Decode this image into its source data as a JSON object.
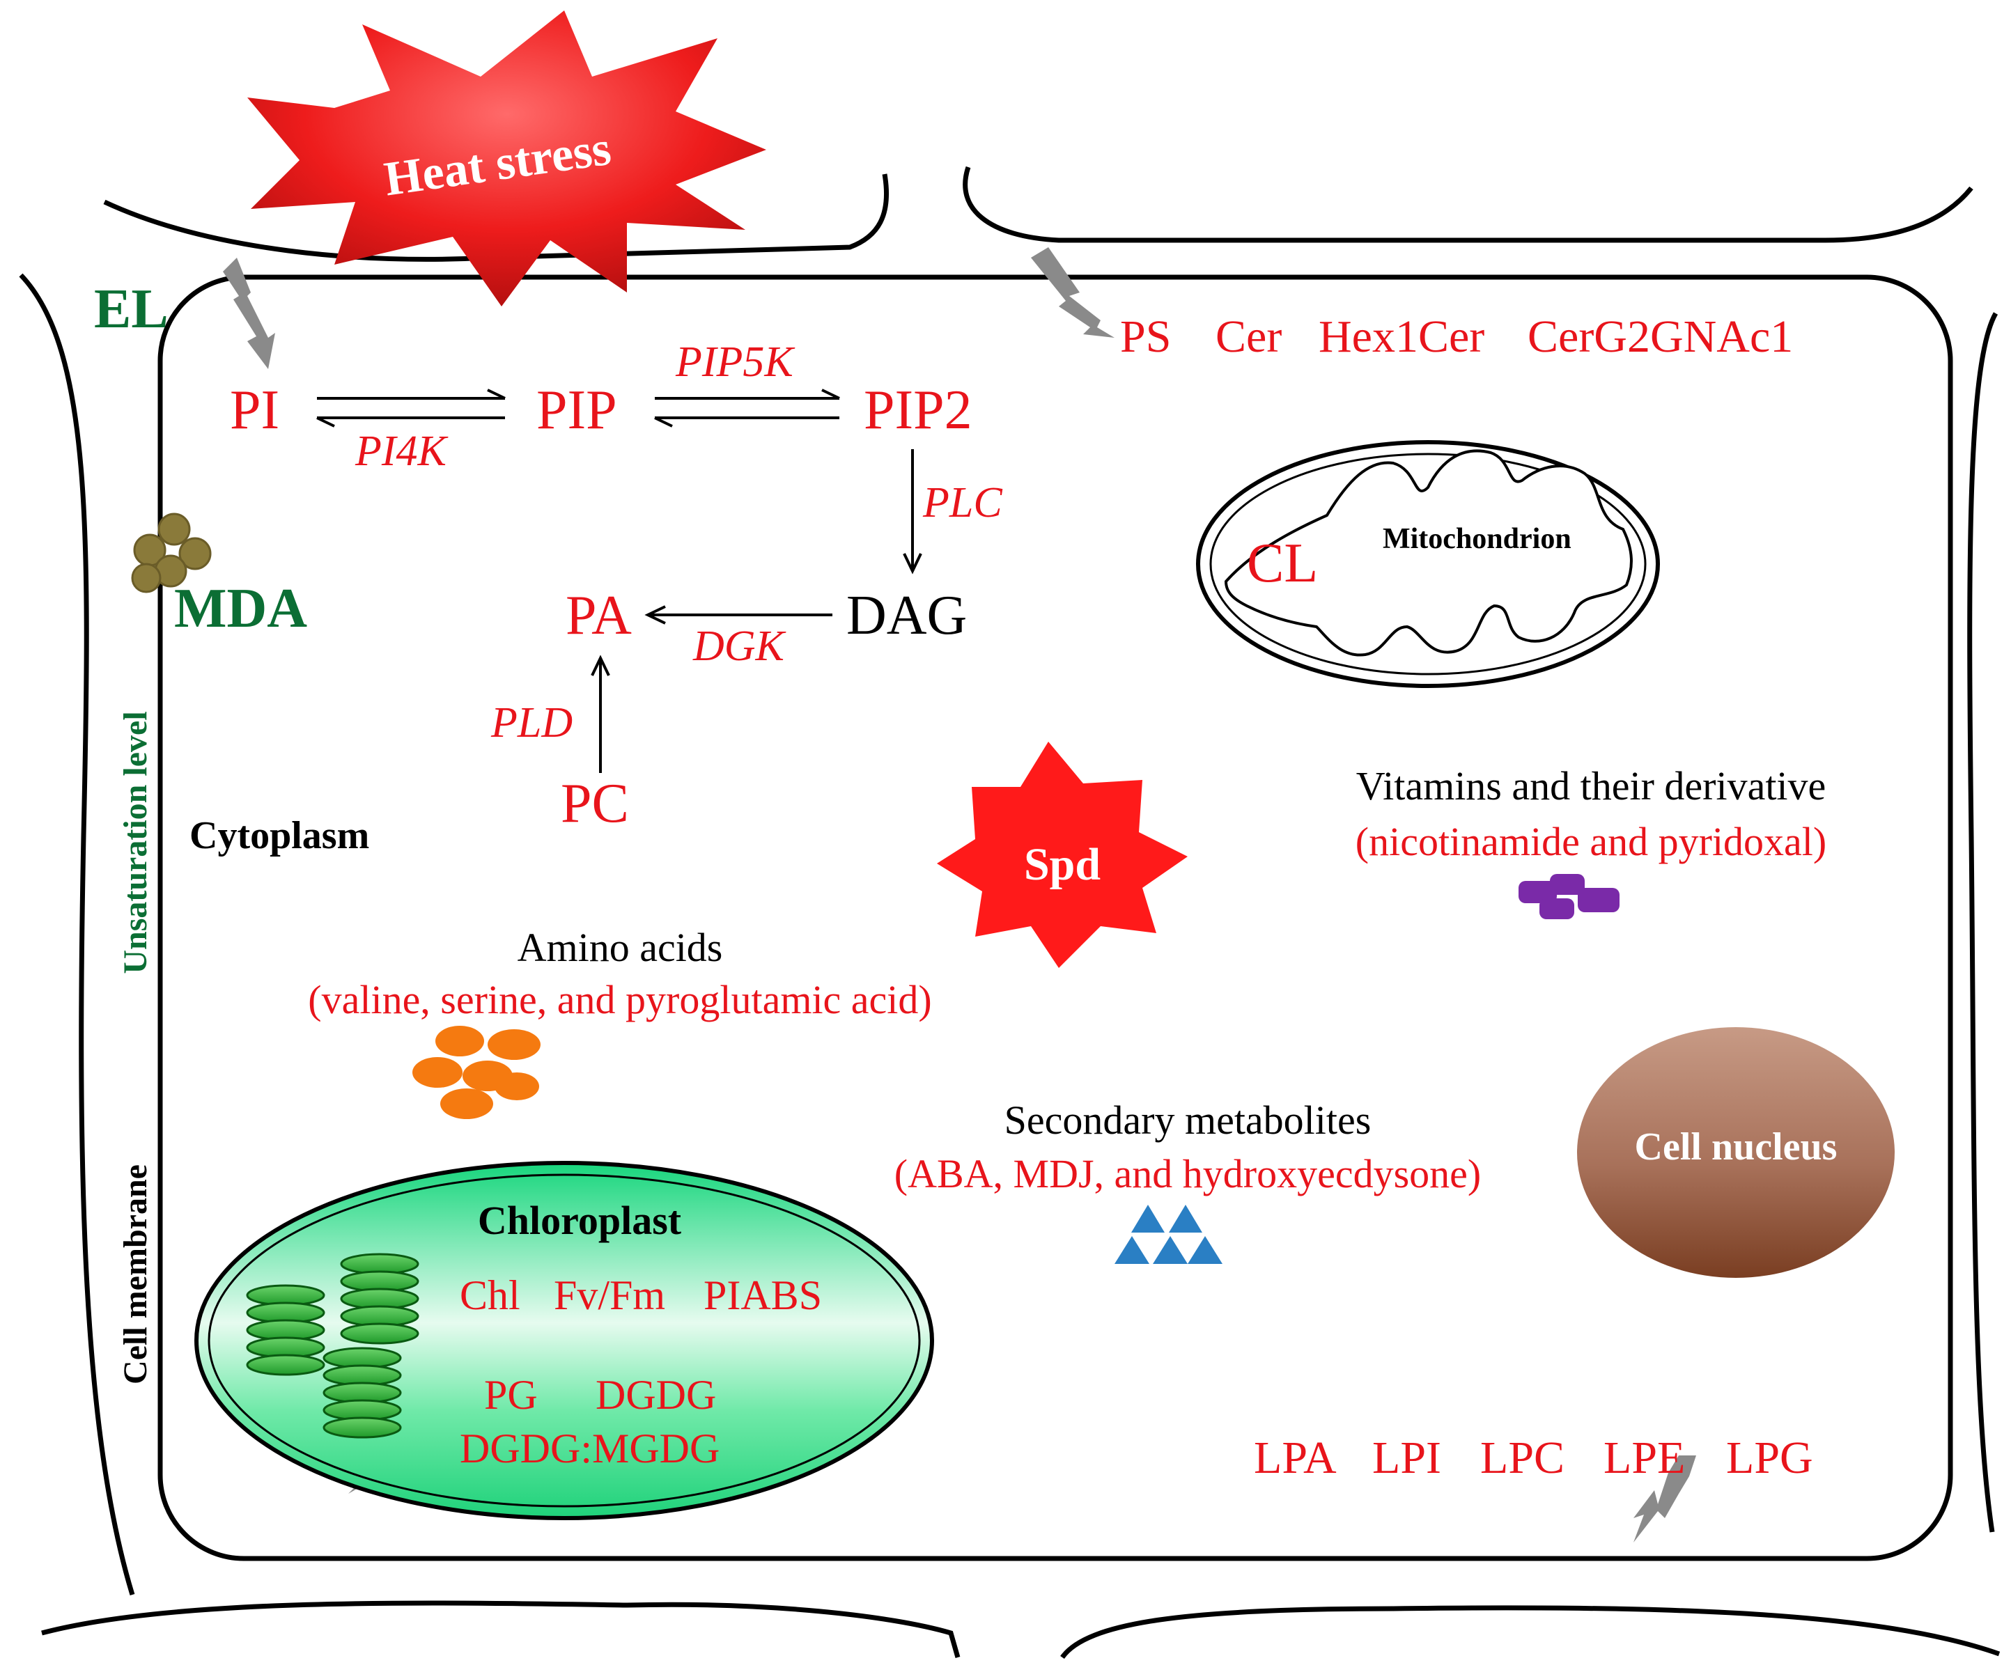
{
  "stress": {
    "label": "Heat stress"
  },
  "indicators": {
    "el": "EL",
    "mda": "MDA",
    "unsaturation": "Unsaturation level",
    "cell_membrane": "Cell membrane"
  },
  "compartments": {
    "cytoplasm": "Cytoplasm",
    "mitochondrion": "Mitochondrion",
    "chloroplast": "Chloroplast",
    "nucleus": "Cell nucleus"
  },
  "membrane_lipids": [
    "PS",
    "Cer",
    "Hex1Cer",
    "CerG2GNAc1"
  ],
  "pathway": {
    "pi": "PI",
    "pip": "PIP",
    "pip2": "PIP2",
    "dag": "DAG",
    "pa": "PA",
    "pc": "PC",
    "pip5k": "PIP5K",
    "pi4k": "PI4K",
    "plc": "PLC",
    "dgk": "DGK",
    "pld": "PLD"
  },
  "mito_lipid": "CL",
  "spd": "Spd",
  "vitamins": {
    "title": "Vitamins and their derivative",
    "items": "(nicotinamide and pyridoxal)"
  },
  "amino_acids": {
    "title": "Amino acids",
    "items": "(valine, serine, and pyroglutamic acid)"
  },
  "secondary": {
    "title": "Secondary metabolites",
    "items": "(ABA, MDJ, and hydroxyecdysone)"
  },
  "chloroplast_params": [
    "Chl",
    "Fv/Fm",
    "PIABS"
  ],
  "chloroplast_lipids": [
    "PG",
    "DGDG"
  ],
  "chloroplast_ratio": "DGDG:MGDG",
  "lyso_lipids": [
    "LPA",
    "LPI",
    "LPC",
    "LPE",
    "LPG"
  ],
  "colors": {
    "red": "#e8141b",
    "dark_green": "#0b6e34",
    "chloroplast": "#27e08a",
    "nucleus": "#a8715a",
    "amino": "#f57a10",
    "vitamin": "#7a2aa8",
    "secondary": "#2a7fc4",
    "mda": "#8a7a3a"
  }
}
